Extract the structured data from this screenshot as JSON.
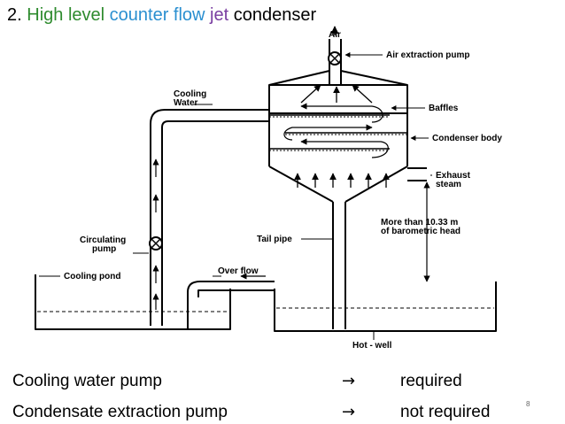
{
  "title": {
    "number": "2.",
    "word1": "High level",
    "word2": "counter flow",
    "word3": "jet",
    "word4": "condenser",
    "colors": {
      "number": "#000000",
      "word1": "#2e8b2e",
      "word2": "#2a8fd0",
      "word3": "#7a3ea1",
      "word4": "#000000"
    }
  },
  "diagram": {
    "labels": {
      "air": "Air",
      "air_pump": "Air extraction pump",
      "cooling_water_1": "Cooling",
      "cooling_water_2": "Water",
      "baffles": "Baffles",
      "condenser_body": "Condenser body",
      "exhaust_1": "Exhaust",
      "exhaust_2": "steam",
      "head_1": "More than 10.33 m",
      "head_2": "of barometric head",
      "circ_pump_1": "Circulating",
      "circ_pump_2": "pump",
      "tail_pipe": "Tail pipe",
      "cooling_pond": "Cooling pond",
      "over_flow": "Over flow",
      "hot_well": "Hot - well"
    }
  },
  "comparison": [
    {
      "item": "Cooling water  pump",
      "arrow": "→",
      "status": "required"
    },
    {
      "item": "Condensate extraction  pump",
      "arrow": "→",
      "status": "not required"
    }
  ],
  "page_number": "8"
}
